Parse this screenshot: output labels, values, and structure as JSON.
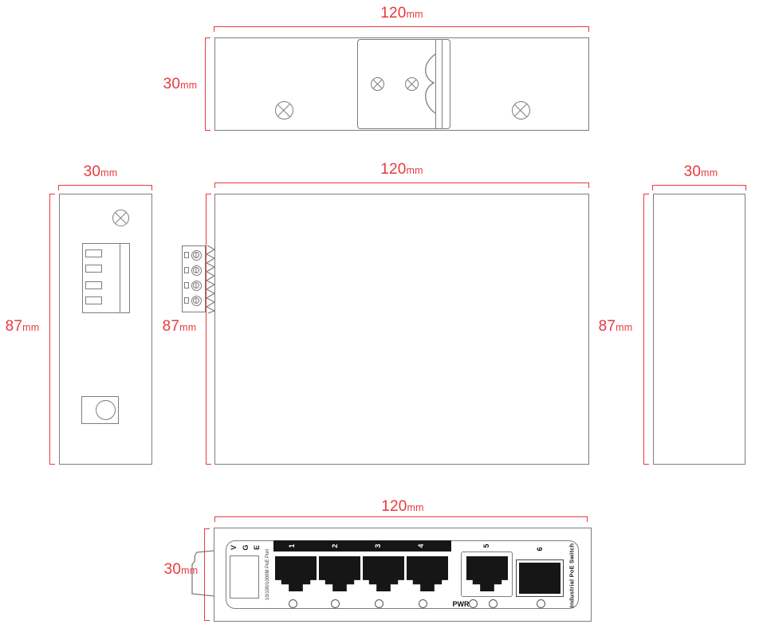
{
  "diagram": {
    "views": {
      "top": {
        "width": "120",
        "height": "30",
        "unit": "mm"
      },
      "left": {
        "width": "30",
        "height": "87",
        "unit": "mm"
      },
      "front": {
        "width": "120",
        "height": "87",
        "unit": "mm"
      },
      "right": {
        "width": "30",
        "height": "87",
        "unit": "mm"
      },
      "bottom": {
        "width": "120",
        "height": "30",
        "unit": "mm"
      }
    },
    "panel": {
      "terminal_pins": [
        "V",
        "G",
        "E"
      ],
      "port_note": "10/100/1000M PoE Port",
      "poe_ports": [
        "1",
        "2",
        "3",
        "4"
      ],
      "uplink_port": "5",
      "sfp_port": "6",
      "pwr_label": "PWR",
      "product_name": "Industrial PoE Switch"
    },
    "colors": {
      "dimension": "#e8393f",
      "outline": "#7d7d7d",
      "port_fill": "#161616"
    }
  }
}
